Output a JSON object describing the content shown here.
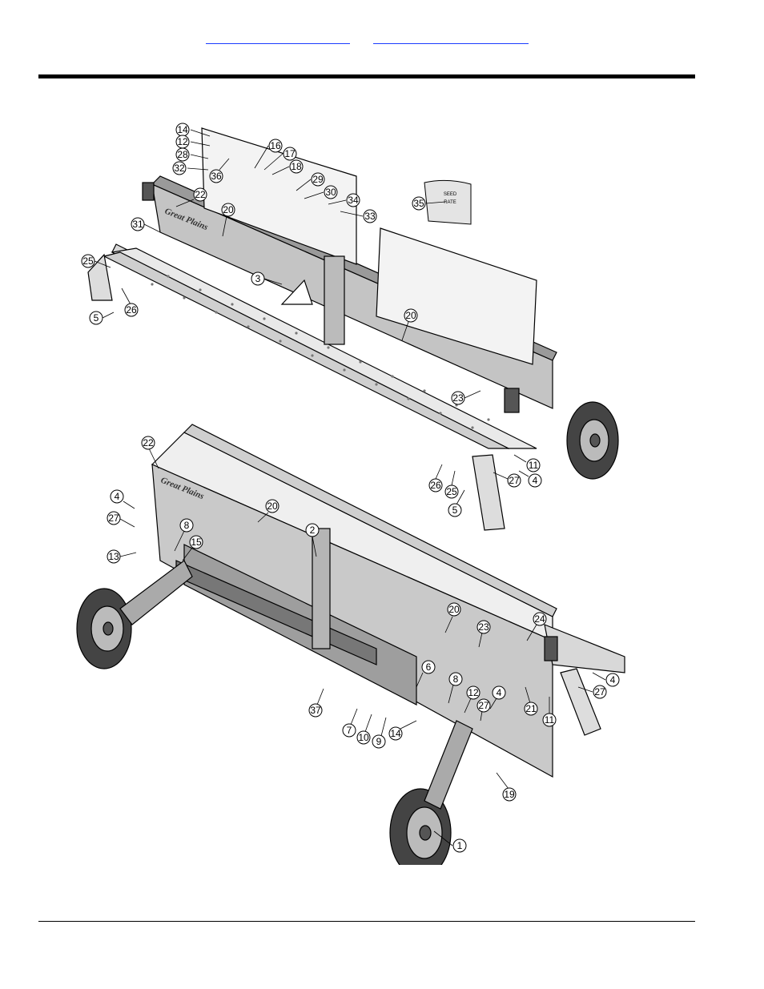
{
  "header": {
    "link_left": "",
    "link_right": ""
  },
  "brand_decal": "Great Plains",
  "seed_rate_decal": [
    "SEED",
    "RATE"
  ],
  "callouts": [
    "1",
    "2",
    "3",
    "4",
    "5",
    "6",
    "7",
    "8",
    "9",
    "10",
    "11",
    "12",
    "13",
    "14",
    "15",
    "16",
    "17",
    "18",
    "19",
    "20",
    "21",
    "22",
    "23",
    "24",
    "25",
    "26",
    "27",
    "28",
    "29",
    "30",
    "31",
    "32",
    "33",
    "34",
    "35",
    "36",
    "37"
  ]
}
